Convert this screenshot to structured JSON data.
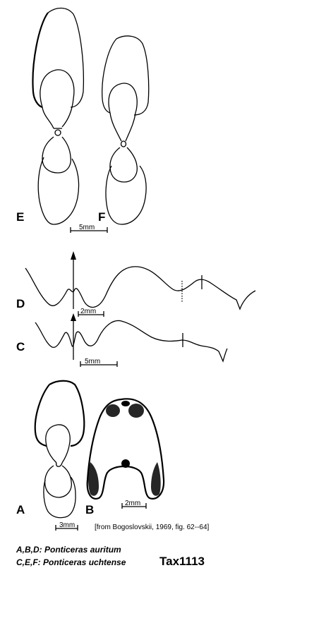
{
  "figure_labels": {
    "e": "E",
    "f": "F",
    "d": "D",
    "c": "C",
    "a": "A",
    "b": "B"
  },
  "scale_bars": {
    "ef": "5mm",
    "d": "2mm",
    "c": "5mm",
    "a": "3mm",
    "b": "2mm"
  },
  "citation": "[from Bogoslovskii, 1969, fig. 62--64]",
  "legend": {
    "line1": "A,B,D: Ponticeras auritum",
    "line2": "C,E,F: Ponticeras uchtense"
  },
  "taxon_id": "Tax1113"
}
